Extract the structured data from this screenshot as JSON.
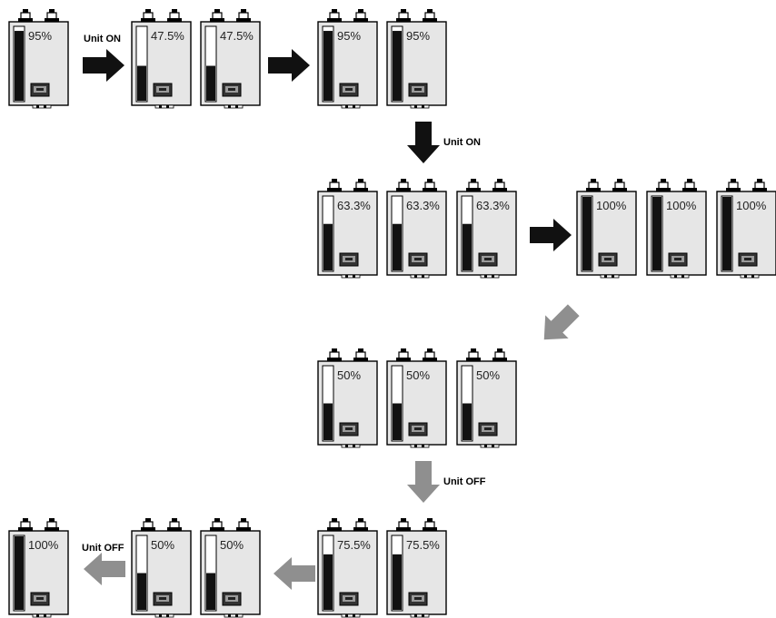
{
  "colors": {
    "body_fill": "#e6e6e6",
    "outline": "#000000",
    "bar_fill": "#111111",
    "arrow_black": "#111111",
    "arrow_gray": "#8f8f8f"
  },
  "stages": [
    {
      "id": "stage-1",
      "units": [
        {
          "label": "95%",
          "level": 0.95
        }
      ]
    },
    {
      "id": "stage-2",
      "units": [
        {
          "label": "47.5%",
          "level": 0.475
        },
        {
          "label": "47.5%",
          "level": 0.475
        }
      ]
    },
    {
      "id": "stage-3",
      "units": [
        {
          "label": "95%",
          "level": 0.95
        },
        {
          "label": "95%",
          "level": 0.95
        }
      ]
    },
    {
      "id": "stage-4",
      "units": [
        {
          "label": "63.3%",
          "level": 0.633
        },
        {
          "label": "63.3%",
          "level": 0.633
        },
        {
          "label": "63.3%",
          "level": 0.633
        }
      ]
    },
    {
      "id": "stage-5",
      "units": [
        {
          "label": "100%",
          "level": 1.0
        },
        {
          "label": "100%",
          "level": 1.0
        },
        {
          "label": "100%",
          "level": 1.0
        }
      ]
    },
    {
      "id": "stage-6",
      "units": [
        {
          "label": "50%",
          "level": 0.5
        },
        {
          "label": "50%",
          "level": 0.5
        },
        {
          "label": "50%",
          "level": 0.5
        }
      ]
    },
    {
      "id": "stage-7",
      "units": [
        {
          "label": "75.5%",
          "level": 0.755
        },
        {
          "label": "75.5%",
          "level": 0.755
        }
      ]
    },
    {
      "id": "stage-8",
      "units": [
        {
          "label": "50%",
          "level": 0.5
        },
        {
          "label": "50%",
          "level": 0.5
        }
      ]
    },
    {
      "id": "stage-9",
      "units": [
        {
          "label": "100%",
          "level": 1.0
        }
      ]
    }
  ],
  "transitions": [
    {
      "from": "stage-1",
      "to": "stage-2",
      "label": "Unit ON",
      "color": "black"
    },
    {
      "from": "stage-2",
      "to": "stage-3",
      "label": "",
      "color": "black"
    },
    {
      "from": "stage-3",
      "to": "stage-4",
      "label": "Unit ON",
      "color": "black"
    },
    {
      "from": "stage-4",
      "to": "stage-5",
      "label": "",
      "color": "black"
    },
    {
      "from": "stage-5",
      "to": "stage-6",
      "label": "",
      "color": "gray"
    },
    {
      "from": "stage-6",
      "to": "stage-7",
      "label": "Unit OFF",
      "color": "gray"
    },
    {
      "from": "stage-7",
      "to": "stage-8",
      "label": "",
      "color": "gray"
    },
    {
      "from": "stage-8",
      "to": "stage-9",
      "label": "Unit OFF",
      "color": "gray"
    }
  ]
}
